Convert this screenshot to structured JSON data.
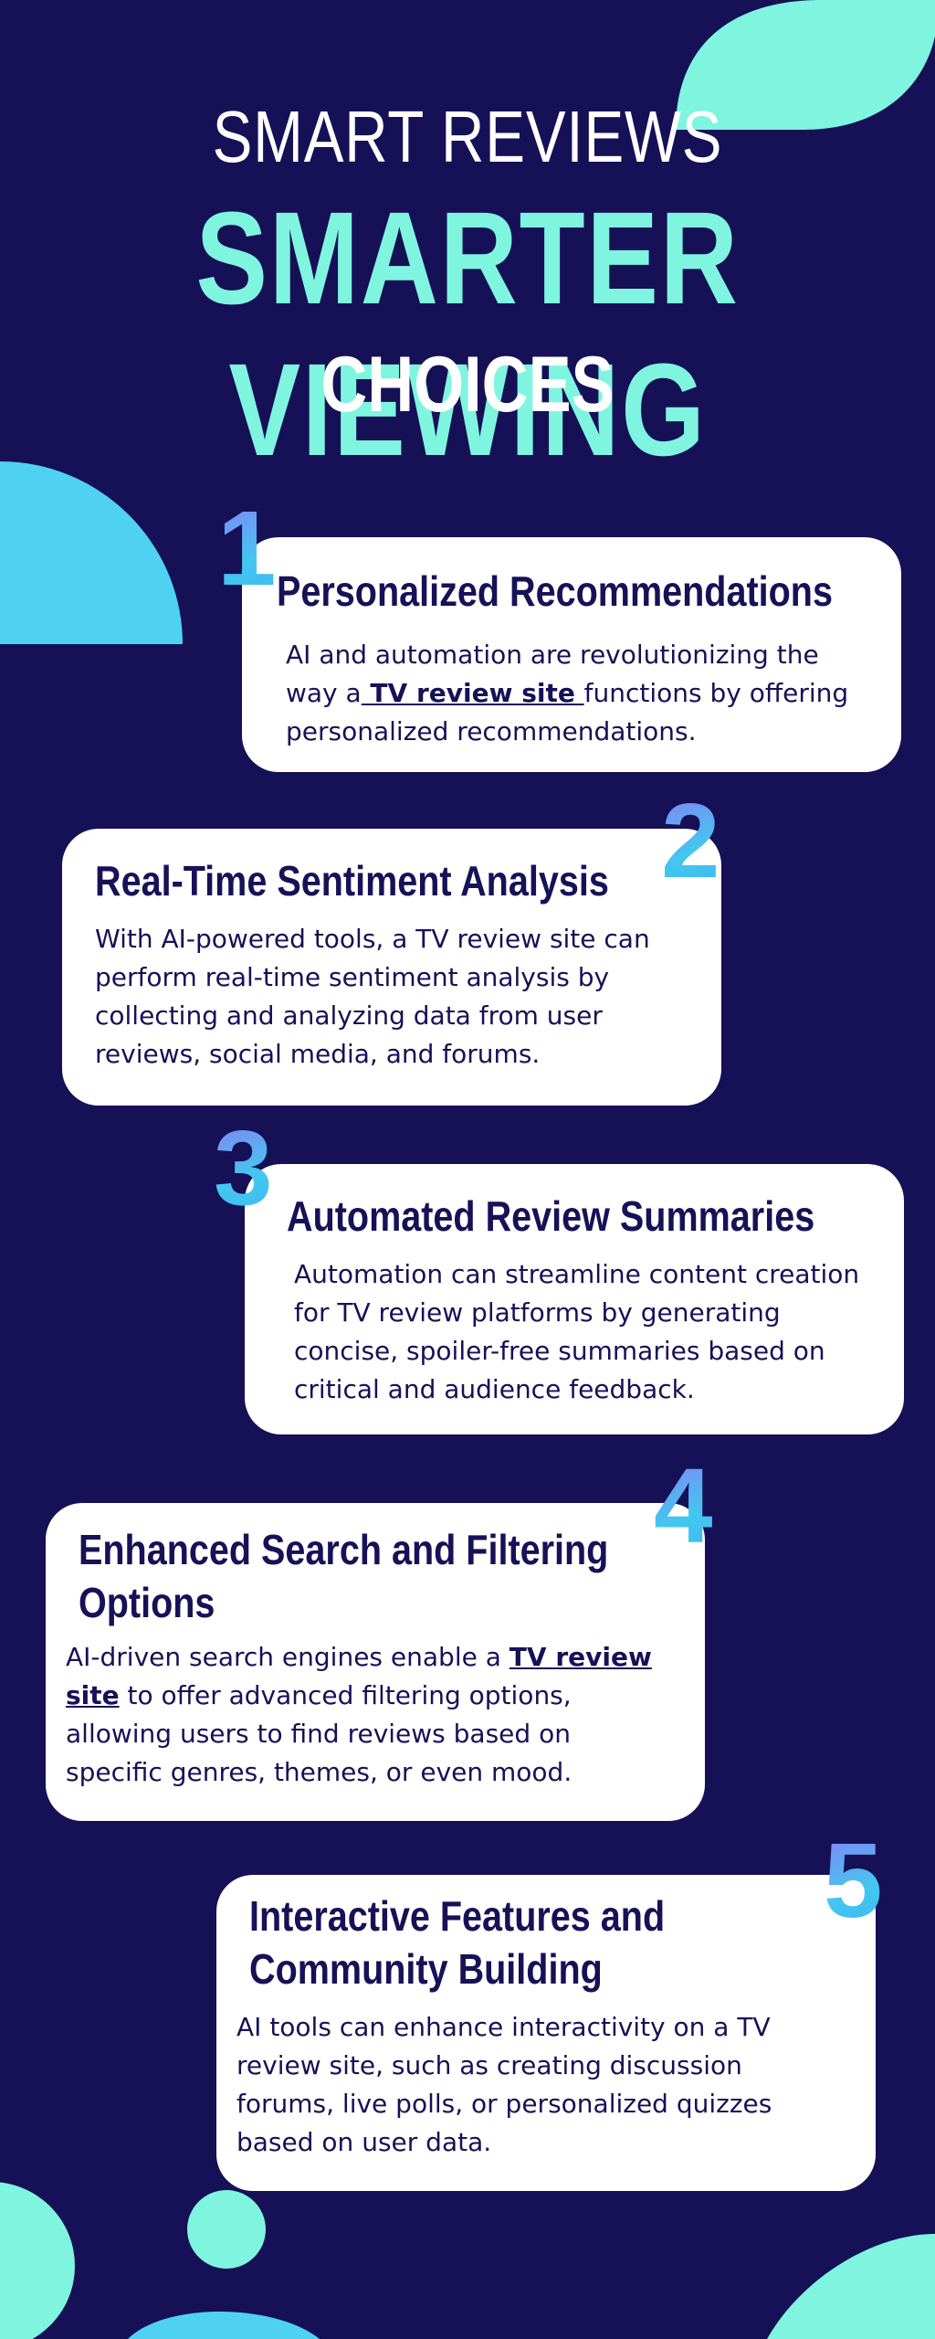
{
  "header": {
    "subtitle": "SMART REVIEWS",
    "title": "SMARTER VIEWING",
    "title_line2": "CHOICES"
  },
  "colors": {
    "background": "#161057",
    "accent_mint": "#7ff5df",
    "accent_blue": "#4fd2f2",
    "card": "#ffffff",
    "text_dark": "#171157"
  },
  "cards": [
    {
      "number": "1",
      "heading": "Personalized Recommendations",
      "text_before": "AI and automation are revolutionizing the way a",
      "link": " TV review site ",
      "text_after": "functions by offering personalized recommendations."
    },
    {
      "number": "2",
      "heading": "Real-Time Sentiment Analysis",
      "text": "With AI-powered tools, a TV review site can perform real-time sentiment analysis by collecting and analyzing data from user reviews, social media, and forums."
    },
    {
      "number": "3",
      "heading": "Automated Review Summaries",
      "text": "Automation can streamline content creation for TV review platforms by generating concise, spoiler-free summaries based on critical and audience feedback."
    },
    {
      "number": "4",
      "heading_line1": "Enhanced Search and Filtering",
      "heading_line2": "Options",
      "text_before": "AI-driven search engines enable a ",
      "link": "TV review site",
      "text_after": " to offer advanced filtering options, allowing users to find reviews based on specific genres, themes, or even mood."
    },
    {
      "number": "5",
      "heading_line1": "Interactive Features and",
      "heading_line2": "Community Building",
      "text": "AI tools can enhance interactivity on a TV review site, such as creating discussion forums, live polls, or personalized quizzes based on user data."
    }
  ]
}
